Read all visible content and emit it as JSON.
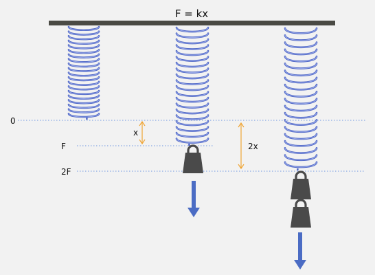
{
  "title": "F = kx",
  "levels": [
    {
      "key": "zero",
      "label": "0"
    },
    {
      "key": "f",
      "label": "F"
    },
    {
      "key": "two_f",
      "label": "2F"
    }
  ],
  "measurements": {
    "one": "x",
    "two": "2x"
  },
  "springs": [
    {
      "name": "spring-unloaded",
      "weights": 0
    },
    {
      "name": "spring-one-weight",
      "weights": 1
    },
    {
      "name": "spring-two-weights",
      "weights": 2
    }
  ],
  "colors": {
    "ceiling": "#4a4a44",
    "spring": "#4a62c4",
    "spring_highlight": "#a9b8f0",
    "weight": "#4a4a4a",
    "arrow": "#4b6cc4",
    "guide": "#6f96e0",
    "measure": "#f0a535"
  }
}
